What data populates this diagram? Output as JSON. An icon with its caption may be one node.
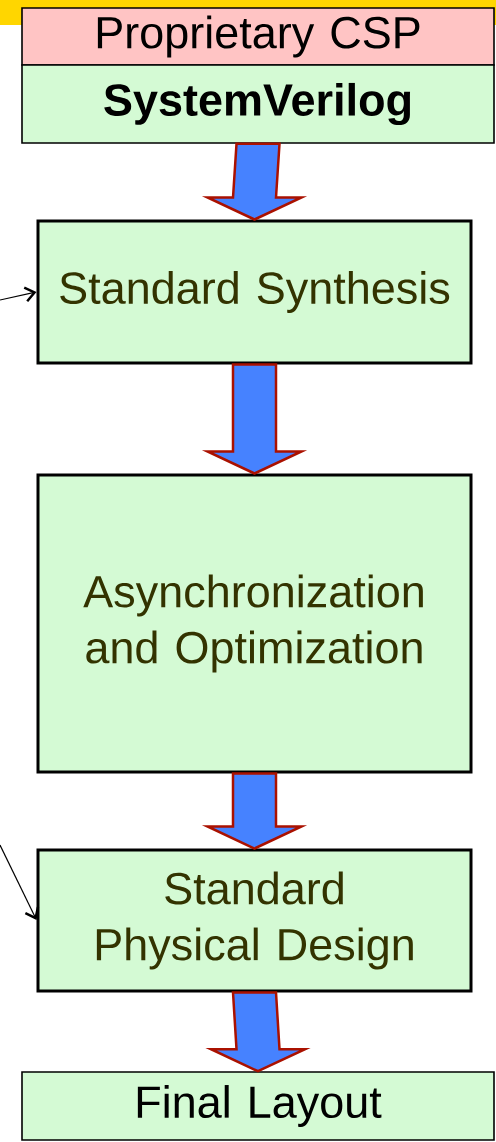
{
  "diagram": {
    "nodes": [
      {
        "text": [
          "Proprietary CSP"
        ]
      },
      {
        "text": [
          "SystemVerilog"
        ]
      },
      {
        "text": [
          "Standard Synthesis"
        ]
      },
      {
        "text": [
          "Asynchronization and Optimization"
        ]
      },
      {
        "text": [
          "Standard Physical Design"
        ]
      },
      {
        "text": [
          "Final Layout"
        ]
      }
    ],
    "edges": [
      {
        "from": 1,
        "to": 2,
        "arrow": "to"
      },
      {
        "from": 2,
        "to": 3,
        "arrow": "to"
      },
      {
        "from": 3,
        "to": 4,
        "arrow": "to"
      },
      {
        "from": 4,
        "to": 5,
        "arrow": "to"
      },
      {
        "from": null,
        "to": 2,
        "arrow": "to",
        "color": "#000000"
      },
      {
        "from": null,
        "to": 4,
        "arrow": "to",
        "color": "#000000"
      }
    ]
  }
}
